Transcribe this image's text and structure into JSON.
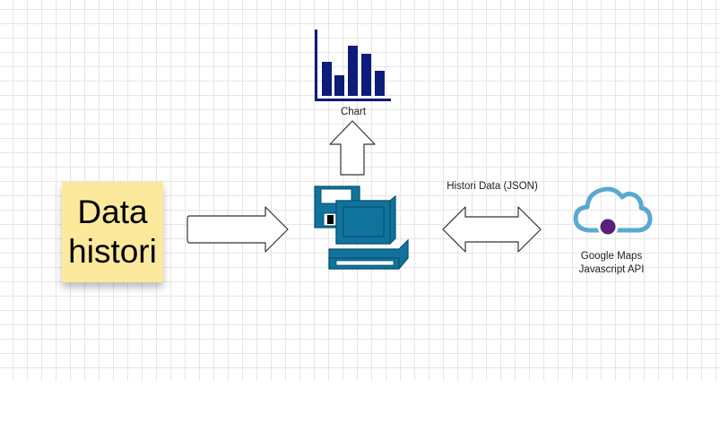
{
  "note": {
    "line1": "Data",
    "line2": "histori"
  },
  "chart_label": "Chart",
  "connection_label": "Histori Data (JSON)",
  "api_label": {
    "line1": "Google Maps",
    "line2": "Javascript API"
  },
  "colors": {
    "note_bg": "#fde99c",
    "chart_navy": "#0d1b7a",
    "computer_teal": "#10739e",
    "cloud_blue": "#5aa9cf",
    "cloud_purple": "#5a1f7a",
    "grid_line": "#e6e6e6"
  },
  "icons": {
    "chart": "bar-chart-icon",
    "computer": "computer-icon",
    "cloud": "cloud-api-icon"
  }
}
